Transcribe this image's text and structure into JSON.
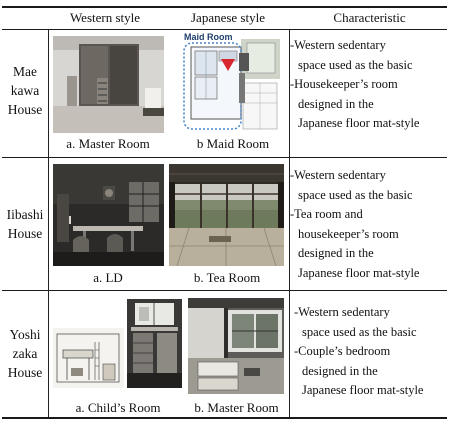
{
  "header": {
    "col_western": "Western style",
    "col_japanese": "Japanese style",
    "col_characteristic": "Characteristic"
  },
  "rows": [
    {
      "house": [
        "Mae",
        "kawa",
        "House"
      ],
      "western_caption": "a. Master Room",
      "japanese_caption": "b Maid Room",
      "plan_label": "Maid Room",
      "characteristic": [
        "-Western sedentary",
        "space used as the basic",
        "-Housekeeper’s room",
        "designed in the",
        "Japanese floor mat-style"
      ]
    },
    {
      "house": [
        "Iibashi",
        "House"
      ],
      "western_caption": "a.  LD",
      "japanese_caption": "b. Tea Room",
      "characteristic": [
        "-Western sedentary",
        "space used as the basic",
        "-Tea room and",
        "housekeeper’s room",
        "designed in the",
        "Japanese floor mat-style"
      ]
    },
    {
      "house": [
        "Yoshi",
        "zaka",
        "House"
      ],
      "western_caption": "a. Child’s Room",
      "japanese_caption": "b. Master Room",
      "characteristic": [
        "-Western sedentary",
        "space used as the basic",
        "-Couple’s bedroom",
        "designed in the",
        "Japanese floor mat-style"
      ]
    }
  ]
}
